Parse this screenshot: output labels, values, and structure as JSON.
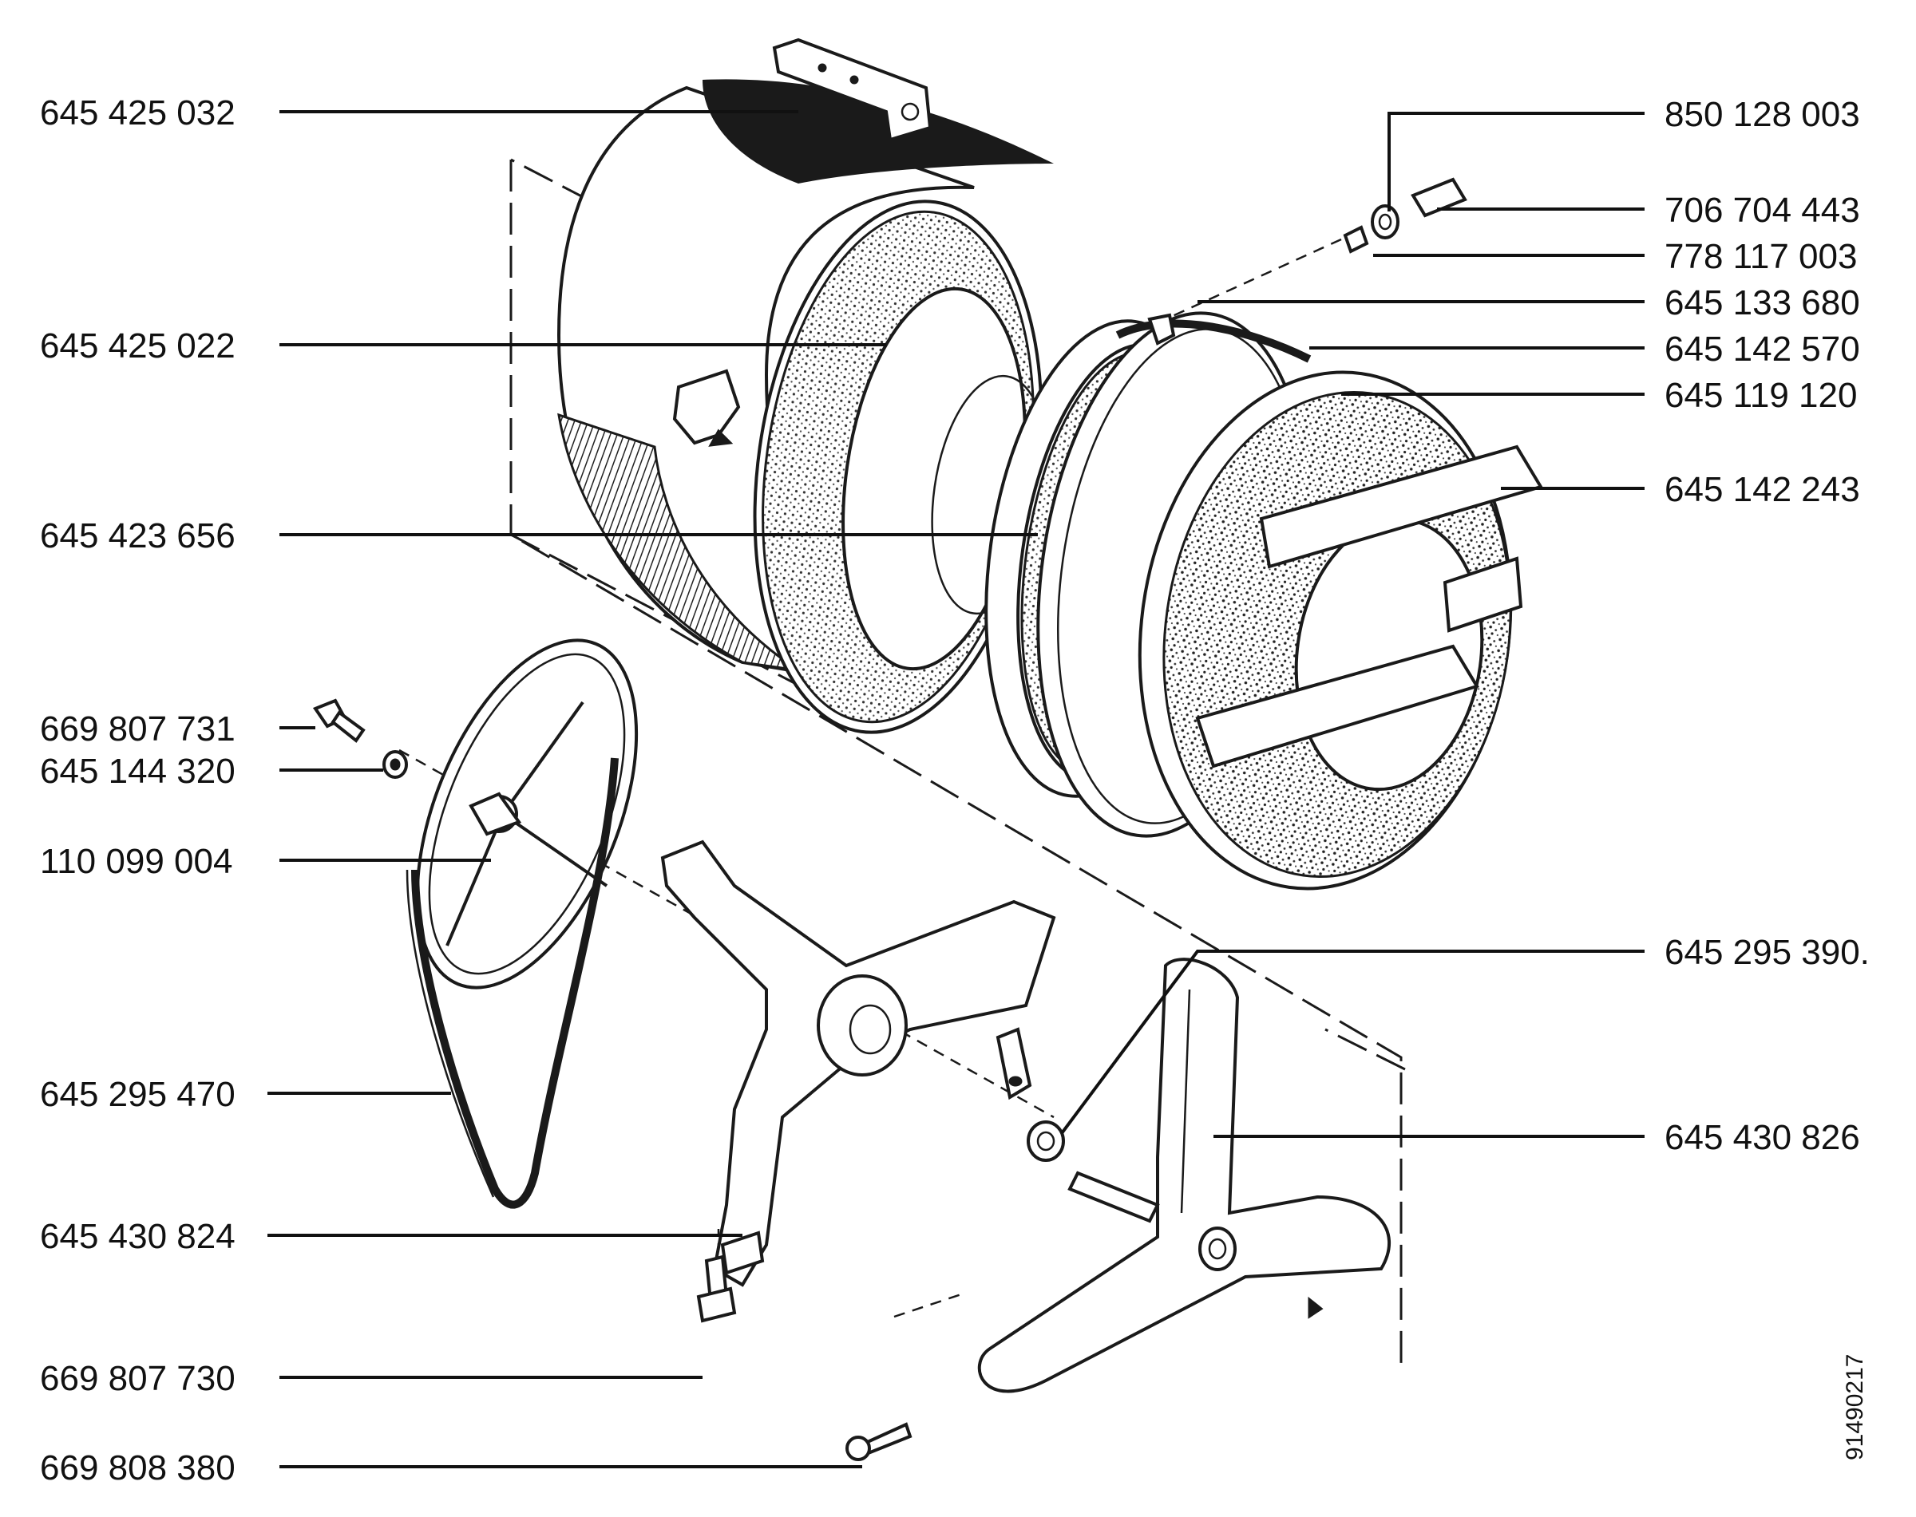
{
  "labels_left": [
    "645 425 032",
    "645 425 022",
    "645 423 656",
    "669 807 731",
    "645 144 320",
    "110 099 004",
    "645 295 470",
    "645 430 824",
    "669 807 730",
    "669 808 380"
  ],
  "labels_right": [
    "850 128 003",
    "706 704 443",
    "778 117 003",
    "645 133 680",
    "645 142 570",
    "645 119 120",
    "645 142 243",
    "645 295 390.",
    "645 430 826"
  ],
  "drawing_number": "91490217"
}
